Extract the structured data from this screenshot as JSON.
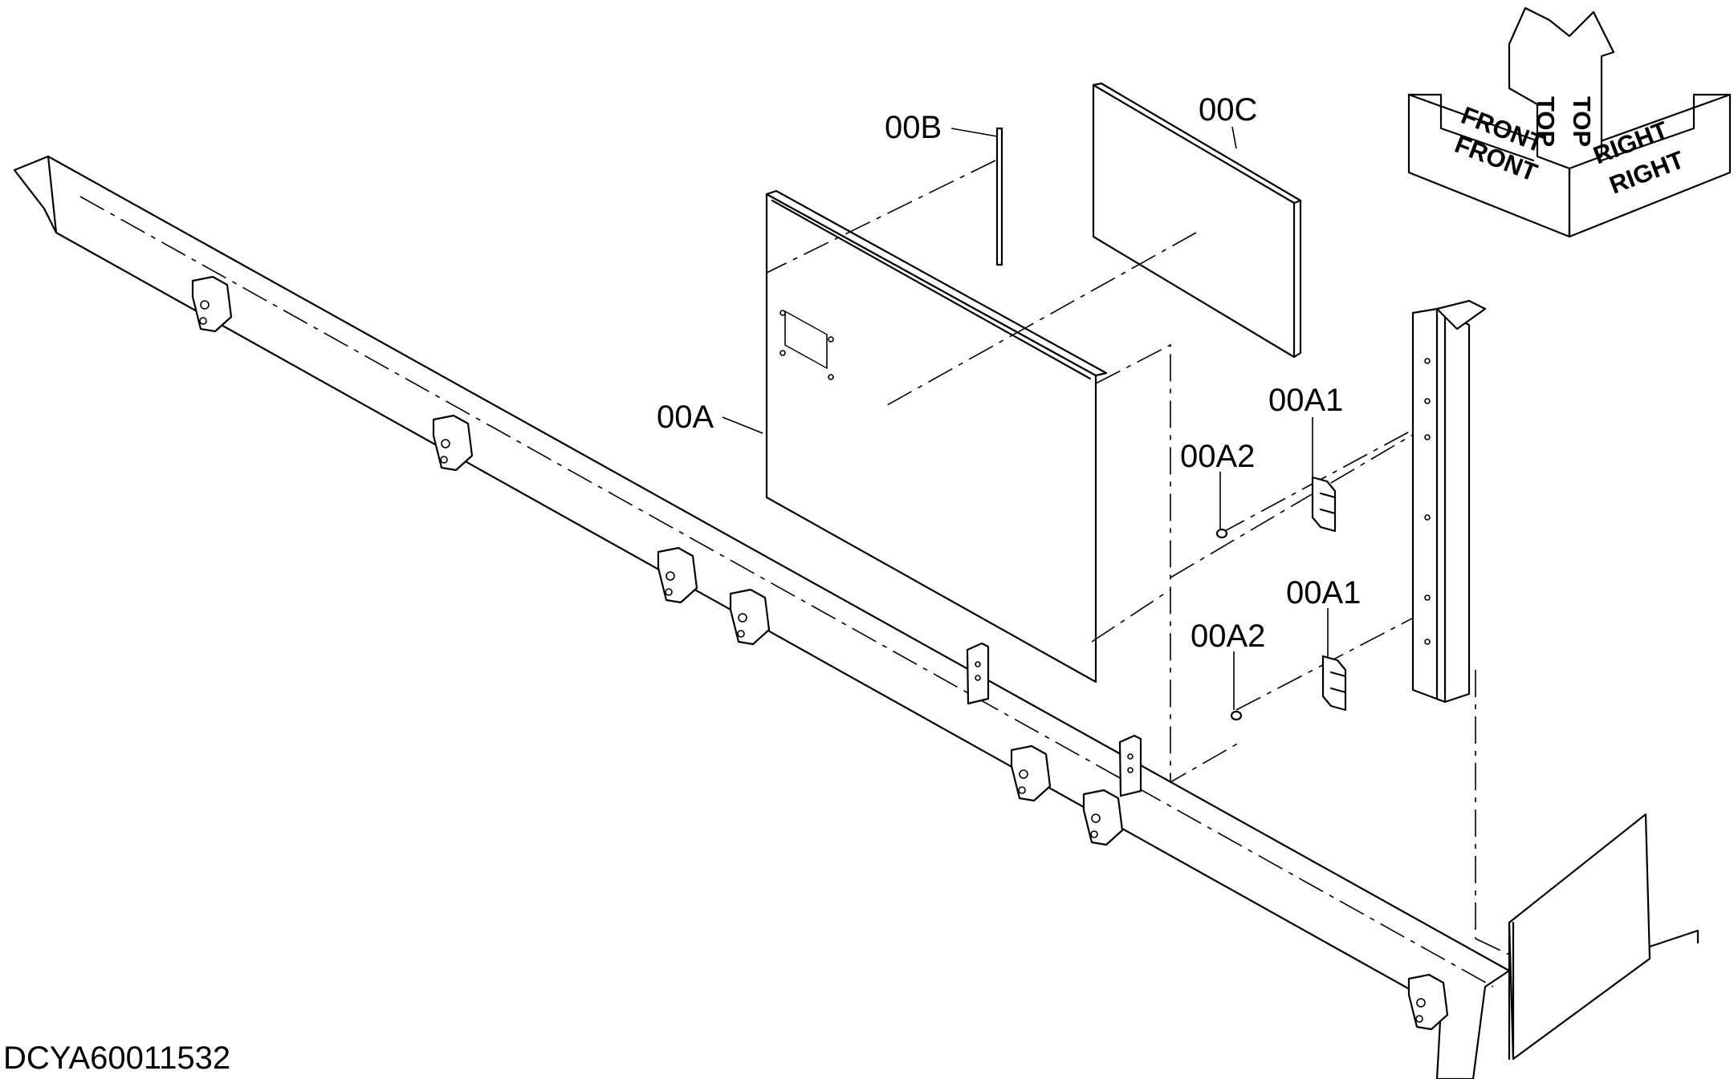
{
  "drawing_code": "DCYA60011532",
  "callouts": {
    "panel": "00A",
    "seal": "00B",
    "insulation": "00C",
    "hinge_upper": "00A1",
    "hinge_lower": "00A1",
    "bolt_upper": "00A2",
    "bolt_lower": "00A2"
  },
  "orientation": {
    "top_1": "TOP",
    "top_2": "TOP",
    "front_1": "FRONT",
    "front_2": "FRONT",
    "right_1": "RIGHT",
    "right_2": "RIGHT"
  }
}
